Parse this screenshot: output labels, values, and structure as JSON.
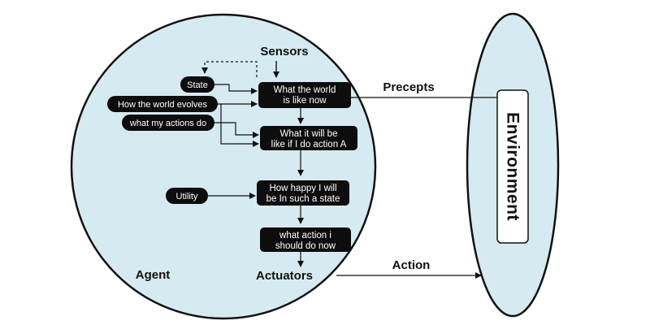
{
  "agent_label": "Agent",
  "environment_label": "Environment",
  "sensors_label": "Sensors",
  "actuators_label": "Actuators",
  "precepts_label": "Precepts",
  "action_label": "Action",
  "inputs": {
    "state": "State",
    "world_evolves": "How the world evolves",
    "my_actions": "what my actions do",
    "utility": "Utility"
  },
  "boxes": {
    "world_now": [
      "What the world",
      "is like now"
    ],
    "if_action": [
      "What it will be",
      "like if I do action A"
    ],
    "happiness": [
      "How happy I will",
      "be In such a state"
    ],
    "decide": [
      "what action i",
      "should do now"
    ]
  },
  "colors": {
    "agent_fill": "#d6eaf1",
    "environment_fill": "#d6eaf1",
    "box_fill": "#0d0d0d",
    "stroke": "#111111"
  }
}
